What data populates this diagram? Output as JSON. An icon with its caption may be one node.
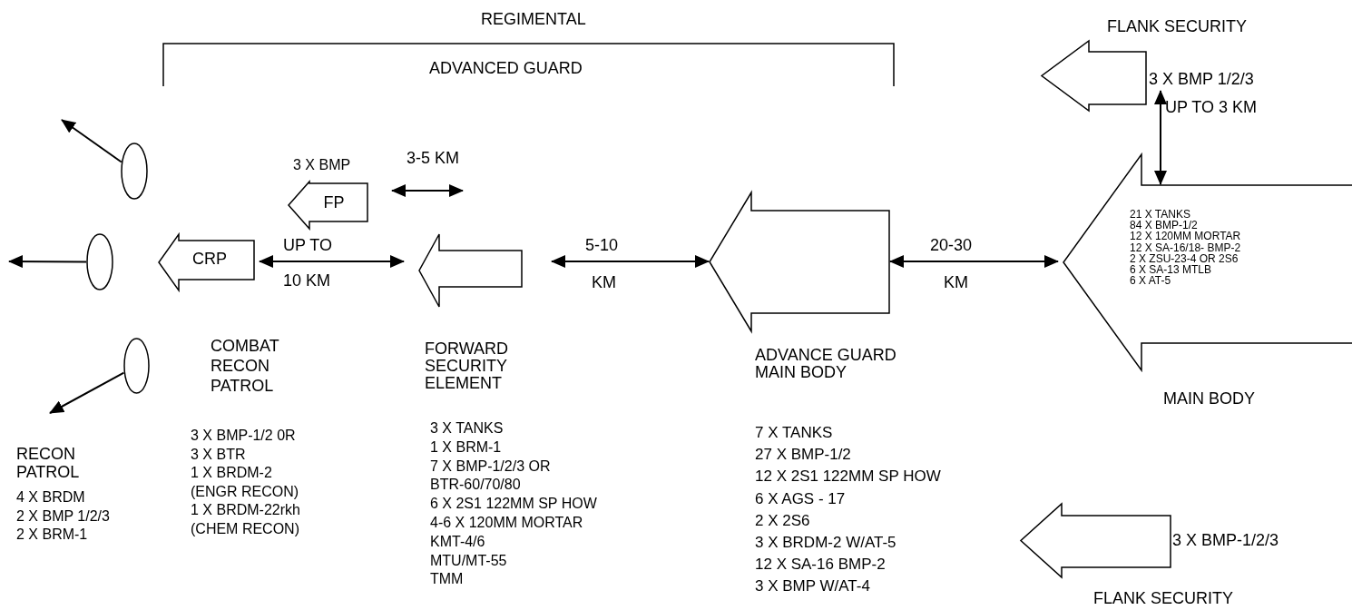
{
  "diagram": {
    "nodes": [
      {
        "text": [],
        "shape": "ellipse"
      },
      {
        "text": [],
        "shape": "ellipse"
      },
      {
        "text": [],
        "shape": "ellipse"
      },
      {
        "text": [
          "CRP"
        ],
        "beside": [
          "COMBAT RECON PATROL",
          "3 X BMP-1/2 0R",
          "3 X BTR",
          "1 X BRDM-2",
          "(ENGR RECON)",
          "1 X BRDM-22rkh",
          "(CHEM RECON)"
        ]
      },
      {
        "text": [
          "FP"
        ],
        "beside": [
          "3 X BMP"
        ]
      },
      {
        "text": [],
        "shape": "arrow",
        "beside": [
          "FORWARD SECURITY ELEMENT",
          "3 X TANKS",
          "1 X BRM-1",
          "7 X BMP-1/2/3 OR",
          "BTR-60/70/80",
          "6 X 2S1 122MM SP HOW",
          "4-6 X 120MM MORTAR",
          "KMT-4/6",
          "MTU/MT-55",
          "TMM"
        ]
      },
      {
        "text": [],
        "shape": "arrow",
        "beside": [
          "ADVANCE GUARD MAIN BODY",
          "7 X TANKS",
          "27 X BMP-1/2",
          "12 X 2S1 122MM SP HOW",
          "6 X AGS - 17",
          "2 X 2S6",
          "3 X BRDM-2 W/AT-5",
          "12 X SA-16 BMP-2",
          "3 X BMP W/AT-4"
        ]
      },
      {
        "text": [
          "21 X TANKS",
          "84 X BMP-1/2",
          "12 X 120MM MORTAR",
          "12 X SA-16/18- BMP-2",
          "2 X ZSU-23-4 OR 2S6",
          "6 X SA-13 MTLB",
          "6 X AT-5"
        ],
        "beside": [
          "MAIN BODY"
        ]
      },
      {
        "text": [],
        "shape": "arrow",
        "beside": [
          "FLANK SECURITY",
          "3 X BMP 1/2/3"
        ]
      },
      {
        "text": [],
        "shape": "arrow",
        "beside": [
          "3 X BMP-1/2/3",
          "FLANK SECURITY"
        ]
      }
    ],
    "edges": [
      {
        "from": 0,
        "to": null,
        "arrow": "to"
      },
      {
        "from": 1,
        "to": null,
        "arrow": "to"
      },
      {
        "from": 2,
        "to": null,
        "arrow": "to"
      },
      {
        "from": 3,
        "to": 5,
        "arrow": "both"
      },
      {
        "from": 5,
        "to": 6,
        "arrow": "both"
      },
      {
        "from": 6,
        "to": 7,
        "arrow": "both"
      },
      {
        "from": 8,
        "to": 7,
        "arrow": "both"
      }
    ],
    "labels": [
      "REGIMENTAL",
      "ADVANCED GUARD",
      "3-5 KM",
      "UP TO",
      "10 KM",
      "5-10",
      "KM",
      "20-30",
      "KM",
      "UP TO 3 KM",
      "RECON PATROL",
      "4 X BRDM",
      "2 X BMP 1/2/3",
      "2 X BRM-1"
    ]
  }
}
